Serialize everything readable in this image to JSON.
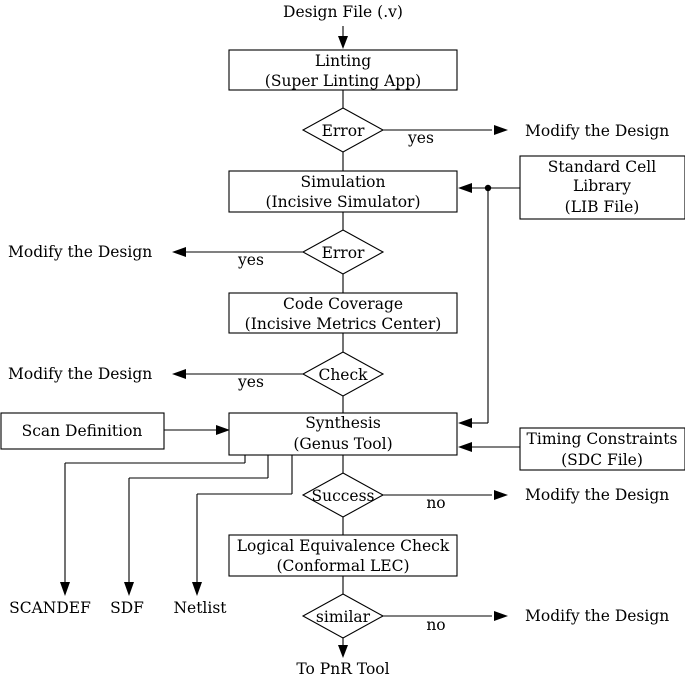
{
  "input": "Design File (.v)",
  "linting": {
    "line1": "Linting",
    "line2": "(Super Linting App)"
  },
  "error1": {
    "label": "Error",
    "branch": "yes",
    "target": "Modify the Design"
  },
  "simulation": {
    "line1": "Simulation",
    "line2": "(Incisive Simulator)"
  },
  "stdcell": {
    "line1": "Standard Cell",
    "line2": "Library",
    "line3": "(LIB File)"
  },
  "error2": {
    "label": "Error",
    "branch": "yes",
    "target": "Modify the Design"
  },
  "coverage": {
    "line1": "Code Coverage",
    "line2": "(Incisive Metrics Center)"
  },
  "check": {
    "label": "Check",
    "branch": "yes",
    "target": "Modify the Design"
  },
  "scan": {
    "label": "Scan Definition"
  },
  "synthesis": {
    "line1": "Synthesis",
    "line2": "(Genus Tool)"
  },
  "timing": {
    "line1": "Timing Constraints",
    "line2": "(SDC File)"
  },
  "success": {
    "label": "Success",
    "branch": "no",
    "target": "Modify the Design"
  },
  "outputs": {
    "scandef": "SCANDEF",
    "sdf": "SDF",
    "netlist": "Netlist"
  },
  "lec": {
    "line1": "Logical Equivalence Check",
    "line2": "(Conformal LEC)"
  },
  "similar": {
    "label": "similar",
    "branch": "no",
    "target": "Modify the Design"
  },
  "output": "To PnR Tool",
  "colors": {
    "ink": "#000000",
    "background": "#ffffff"
  }
}
